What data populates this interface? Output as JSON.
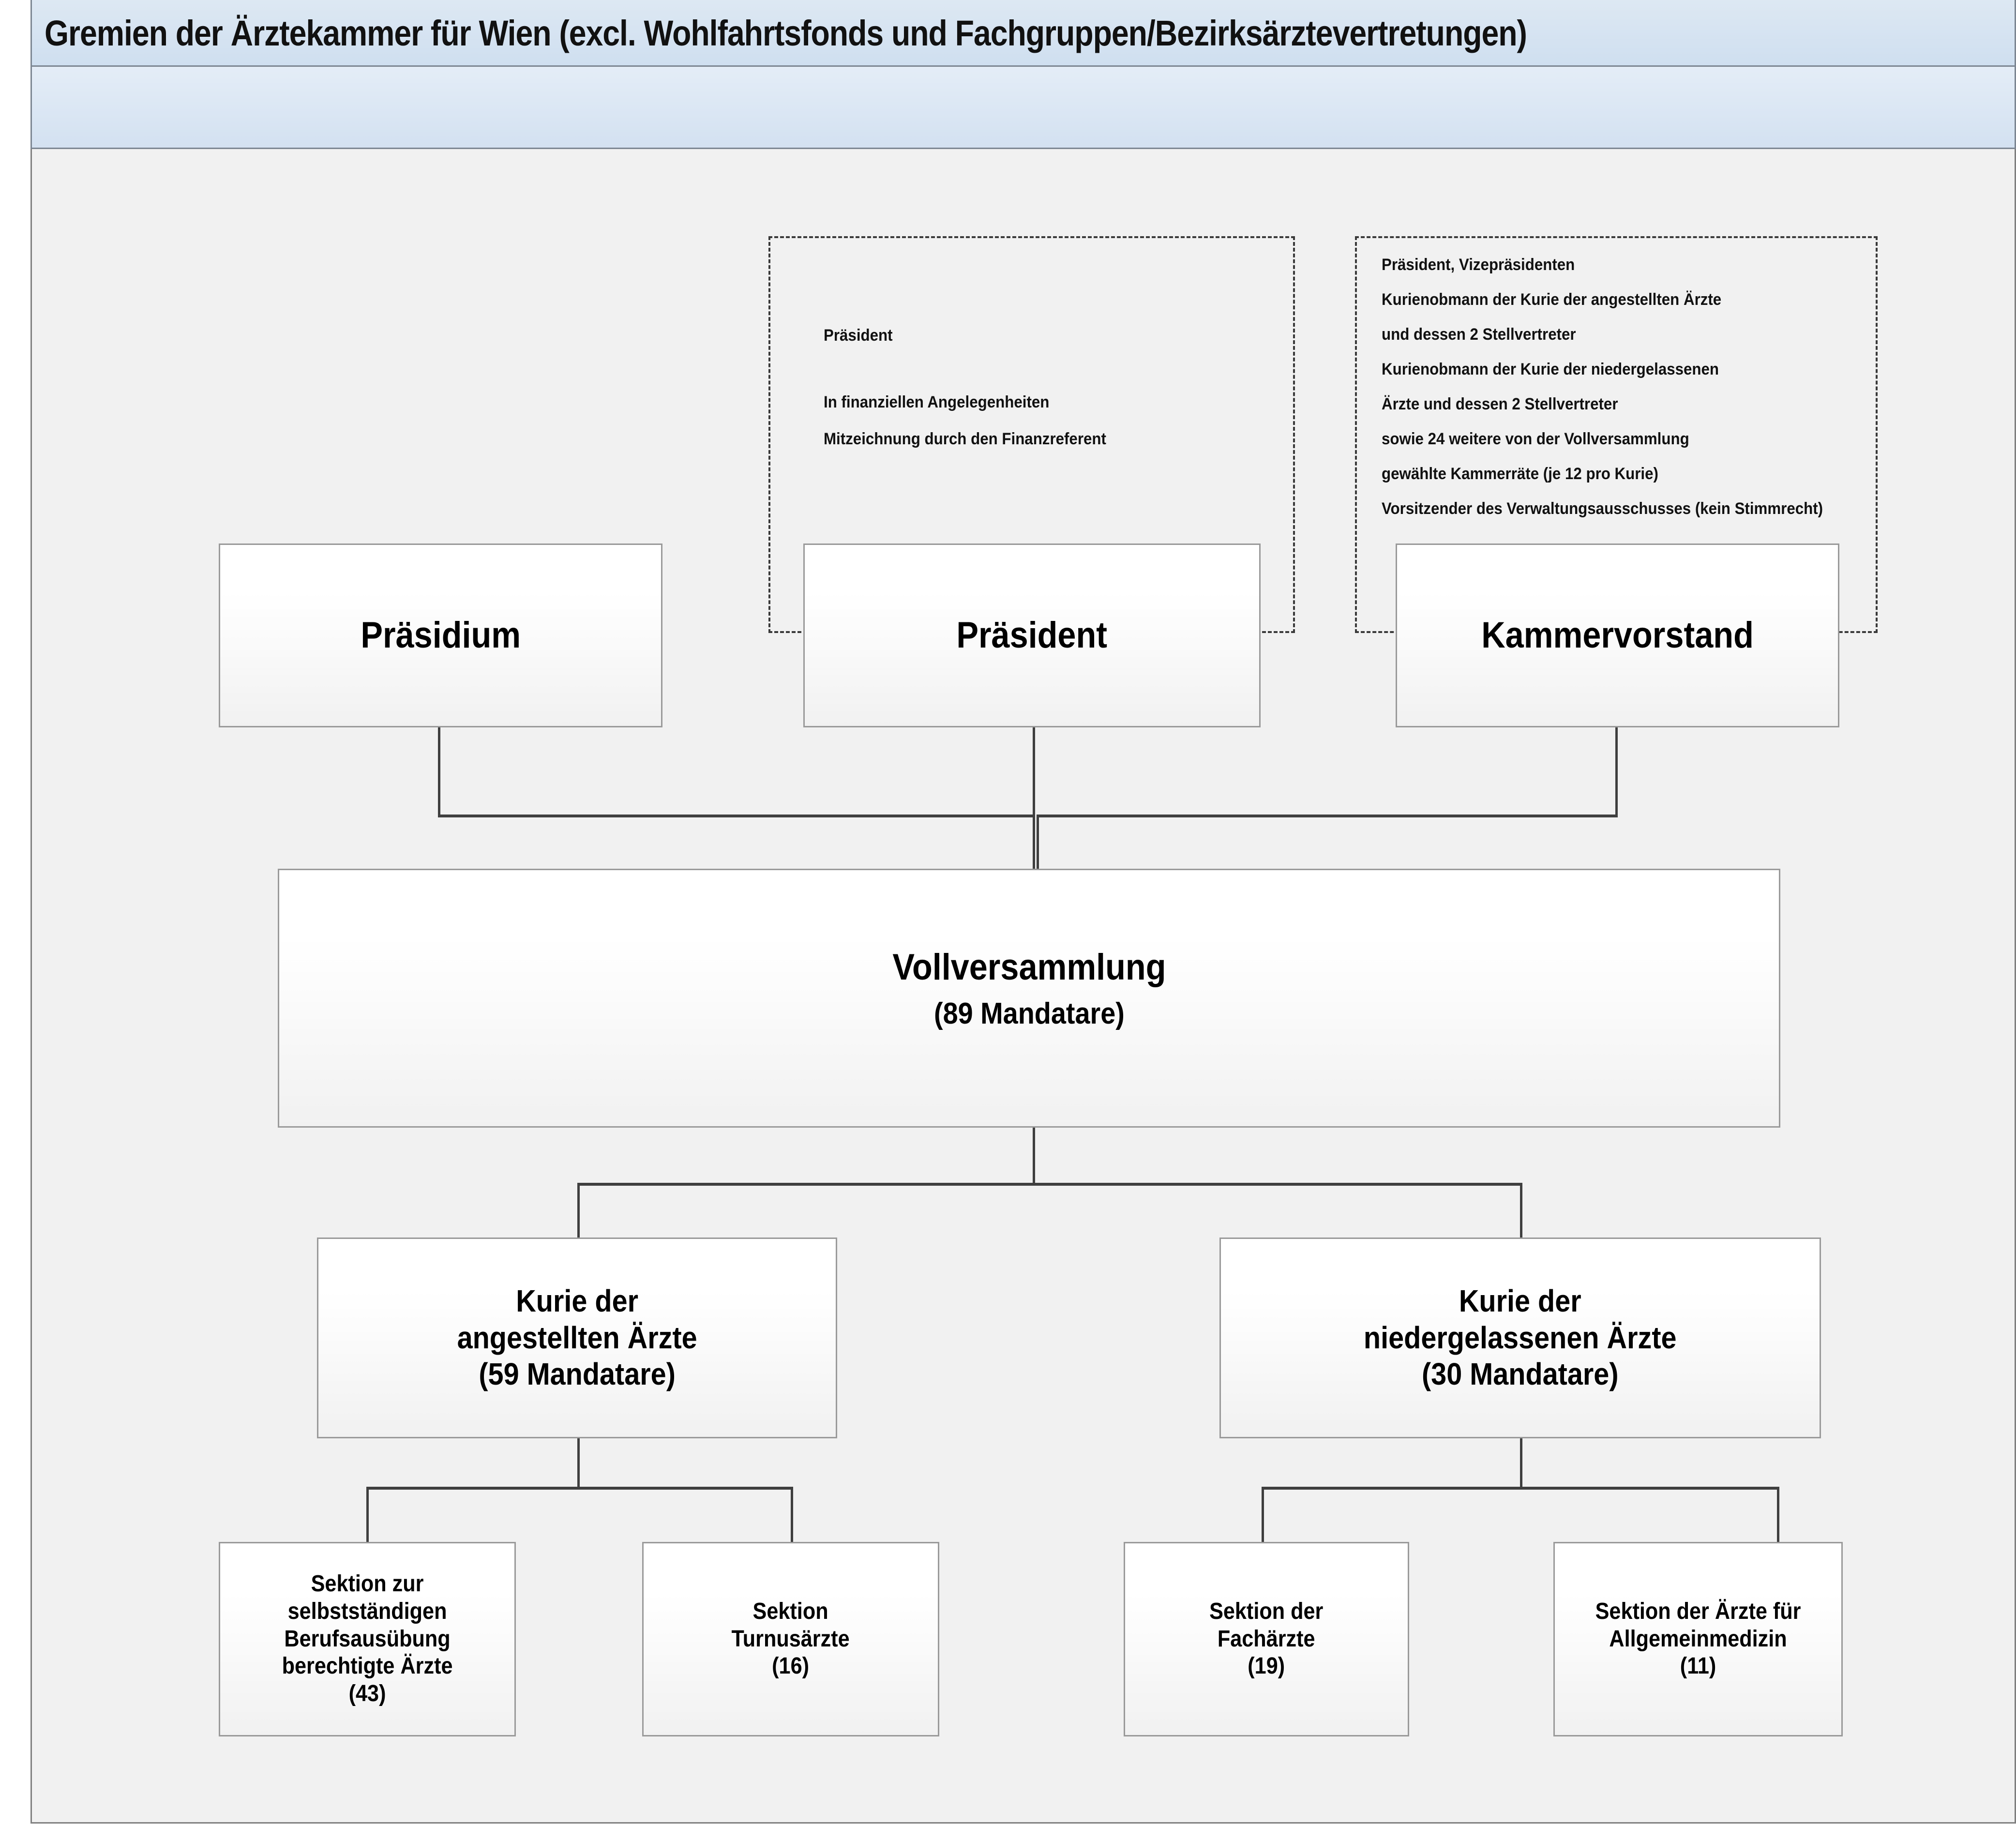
{
  "header": {
    "title": "Gremien der Ärztekammer für Wien (excl. Wohlfahrtsfonds und Fachgruppen/Bezirksärztevertretungen)"
  },
  "annotations": {
    "praesident_note": {
      "lines": [
        "Präsident",
        "",
        "In finanziellen Angelegenheiten",
        "Mitzeichnung durch den Finanzreferent"
      ]
    },
    "kammervorstand_note": {
      "lines": [
        "Präsident, Vizepräsidenten",
        "Kurienobmann der Kurie der angestellten Ärzte",
        "und dessen 2 Stellvertreter",
        "Kurienobmann der Kurie der niedergelassenen",
        "Ärzte und dessen 2 Stellvertreter",
        "sowie 24 weitere von der Vollversammlung",
        "gewählte Kammerräte (je 12 pro Kurie)",
        "Vorsitzender des Verwaltungsausschusses (kein Stimmrecht)"
      ]
    }
  },
  "nodes": {
    "praesidium": {
      "label": "Präsidium"
    },
    "praesident": {
      "label": "Präsident"
    },
    "kammervorstand": {
      "label": "Kammervorstand"
    },
    "vollversammlung": {
      "line1": "Vollversammlung",
      "line2": "(89 Mandatare)"
    },
    "kurie_angestellte": {
      "line1": "Kurie der",
      "line2": "angestellten Ärzte",
      "line3": "(59 Mandatare)"
    },
    "kurie_niedergelassene": {
      "line1": "Kurie der",
      "line2": "niedergelassenen Ärzte",
      "line3": "(30 Mandatare)"
    },
    "sektion_selbststaendig": {
      "line1": "Sektion zur",
      "line2": "selbstständigen",
      "line3": "Berufsausübung",
      "line4": "berechtigte Ärzte",
      "line5": "(43)"
    },
    "sektion_turnusaerzte": {
      "line1": "Sektion",
      "line2": "Turnusärzte",
      "line3": "(16)"
    },
    "sektion_fachaerzte": {
      "line1": "Sektion der",
      "line2": "Fachärzte",
      "line3": "(19)"
    },
    "sektion_allgemeinmedizin": {
      "line1": "Sektion der Ärzte für",
      "line2": "Allgemeinmedizin",
      "line3": "(11)"
    }
  },
  "colors": {
    "header_band_top": "#dde8f3",
    "header_band_bottom": "#cfdff0",
    "canvas_background": "#f1f1f1",
    "box_border": "#9a9a9a",
    "connector": "#3f3f3f",
    "dashed_border": "#3a3a3a",
    "text": "#000000"
  }
}
